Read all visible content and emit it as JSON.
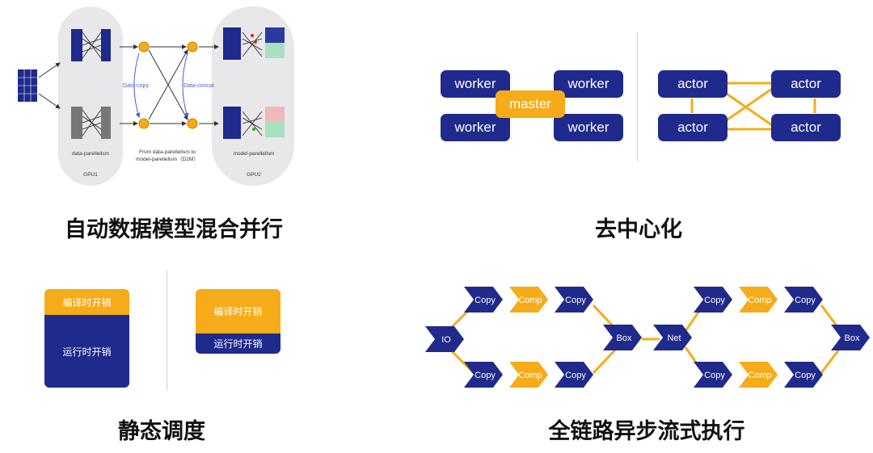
{
  "colors": {
    "navy": "#1f2a8c",
    "gold": "#f5ac18",
    "grey_panel": "#e8e8ea",
    "text": "#111111"
  },
  "captions": {
    "q1": "自动数据模型混合并行",
    "q2": "去中心化",
    "q3": "静态调度",
    "q4": "全链路异步流式执行"
  },
  "q1": {
    "data_copy": "Data-copy",
    "data_concat": "Data-concat",
    "left_label": "data-parellelism",
    "right_label": "model-parellelism",
    "note_line1": "From data-parellelism to",
    "note_line2": "model-parellelism（D2M）",
    "gpu1": "GPU1",
    "gpu2": "GPU2"
  },
  "q2": {
    "worker": "worker",
    "master": "master",
    "actor": "actor"
  },
  "q3": {
    "left_compile": "编译时开销",
    "left_runtime": "运行时开销",
    "right_compile": "编译时开销",
    "right_runtime": "运行时开销"
  },
  "q4": {
    "io": "IO",
    "copy": "Copy",
    "comp": "Comp",
    "box": "Box",
    "net": "Net"
  }
}
